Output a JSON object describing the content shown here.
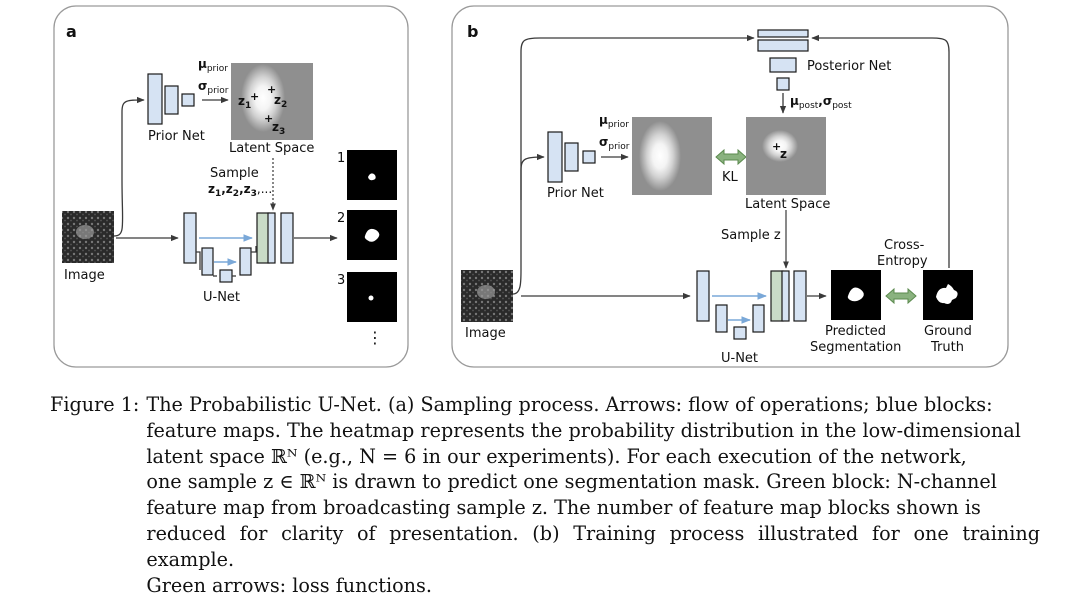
{
  "panel_a": {
    "label": "a",
    "prior_net": "Prior Net",
    "latent_space": "Latent Space",
    "mu_prior": "μprior",
    "sigma_prior": "σprior",
    "z1": "z1",
    "z2": "z2",
    "z3": "z3",
    "sample": "Sample",
    "sample_seq": "z1,z2,z3,...",
    "image": "Image",
    "unet": "U-Net",
    "out1": "1",
    "out2": "2",
    "out3": "3",
    "ellipsis": "⋮"
  },
  "panel_b": {
    "label": "b",
    "posterior_net": "Posterior Net",
    "mu_post_sigma_post": "μpost,σpost",
    "mu_prior": "μprior",
    "sigma_prior": "σprior",
    "prior_net": "Prior Net",
    "kl": "KL",
    "z": "z",
    "latent_space": "Latent Space",
    "sample_z": "Sample z",
    "cross_entropy_1": "Cross-",
    "cross_entropy_2": "Entropy",
    "image": "Image",
    "unet": "U-Net",
    "predicted_1": "Predicted",
    "predicted_2": "Segmentation",
    "ground_1": "Ground",
    "ground_2": "Truth"
  },
  "caption": {
    "label": "Figure 1:",
    "lines": [
      "The Probabilistic U-Net. (a) Sampling process. Arrows: flow of operations; blue blocks:",
      "feature maps. The heatmap represents the probability distribution in the low-dimensional",
      "latent space ℝᴺ (e.g., N = 6 in our experiments). For each execution of the network,",
      "one sample z ∈ ℝᴺ is drawn to predict one segmentation mask. Green block: N-channel",
      "feature map from broadcasting sample z. The number of feature map blocks shown is",
      "reduced for clarity of presentation. (b) Training process illustrated for one training example.",
      "Green arrows: loss functions."
    ]
  }
}
